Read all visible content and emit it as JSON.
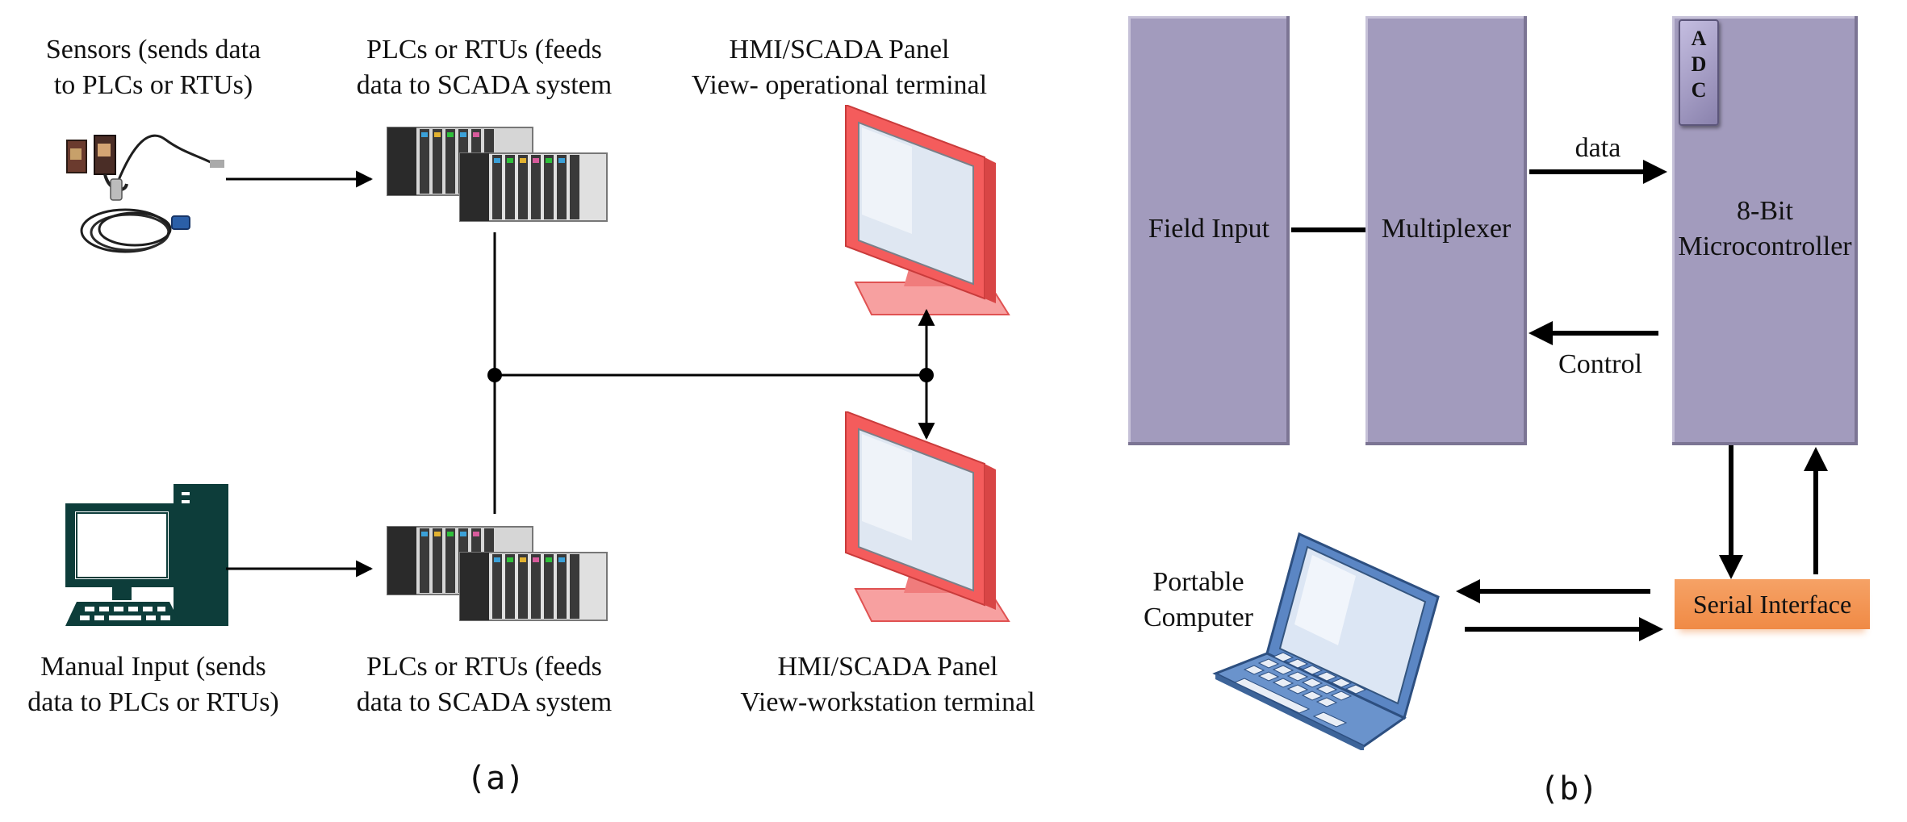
{
  "panel_a": {
    "sensors_label": [
      "Sensors (sends data",
      "to PLCs or RTUs)"
    ],
    "plc_top_label": [
      "PLCs or RTUs (feeds",
      "data to SCADA system"
    ],
    "hmi_top_label": [
      "HMI/SCADA Panel",
      "View- operational terminal"
    ],
    "manual_label": [
      "Manual Input (sends",
      "data to PLCs or RTUs)"
    ],
    "plc_bottom_label": [
      "PLCs or RTUs (feeds",
      "data to SCADA system"
    ],
    "hmi_bottom_label": [
      "HMI/SCADA Panel",
      "View-workstation terminal"
    ],
    "caption": "(a)",
    "icons": [
      "sensor-icon",
      "plc-rack-icon",
      "monitor-icon",
      "desktop-computer-icon"
    ],
    "colors": {
      "monitor": "#f25a5a",
      "computer": "#0d3d3a",
      "plc_body": "#d7d7d7"
    }
  },
  "panel_b": {
    "field_input": "Field Input",
    "multiplexer": "Multiplexer",
    "microcontroller": [
      "8-Bit",
      "Microcontroller"
    ],
    "adc": [
      "A",
      "D",
      "C"
    ],
    "data_label": "data",
    "control_label": "Control",
    "serial_interface": "Serial Interface",
    "portable_computer": [
      "Portable",
      "Computer"
    ],
    "caption": "(b)",
    "icons": [
      "laptop-icon"
    ],
    "colors": {
      "block": "#a29bbd",
      "serial": "#f4944f",
      "laptop": "#5b86c4"
    }
  }
}
